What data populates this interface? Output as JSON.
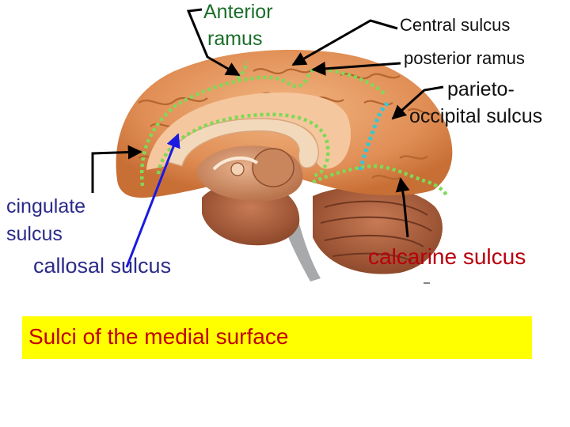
{
  "labels": {
    "anterior_line1": "Anterior",
    "anterior_line2": "ramus",
    "central_sulcus": "Central sulcus",
    "posterior_ramus": "posterior ramus",
    "parieto_line1": "parieto-",
    "parieto_line2": "occipital sulcus",
    "cingulate_line1": "cingulate",
    "cingulate_line2": "sulcus",
    "callosal": "callosal sulcus",
    "calcarine": "calcarine sulcus"
  },
  "title": "Sulci of the medial surface",
  "colors": {
    "title_bg": "#ffff00",
    "title_text": "#c00000",
    "sulcus_dots": "#7ed957",
    "parieto_dots": "#33c8d8",
    "callosal_arrow": "#1a1ae0",
    "cortex": "#e79b62"
  }
}
